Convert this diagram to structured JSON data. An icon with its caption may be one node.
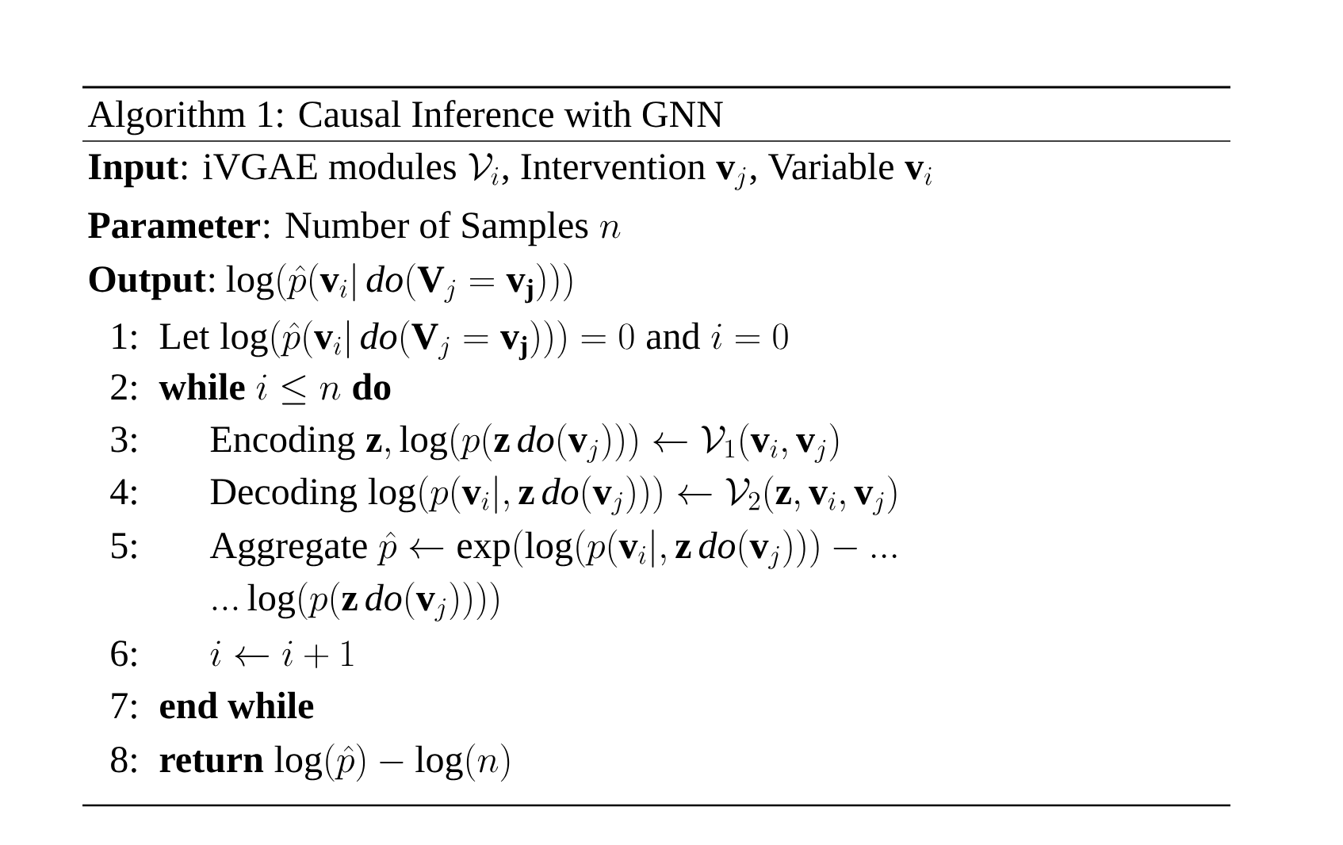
{
  "diagram": {
    "title": "Algorithm 1: Causal Inference with GNN",
    "labels": [
      "Input",
      ": iVGAE modules",
      "\\mathcal{V}_i",
      ", Intervention",
      "\\mathbf{v}_j",
      ", Variable",
      "\\mathbf{v}_i",
      "Parameter",
      ": Number of Samples",
      "n",
      "Output",
      ":",
      "\\log(\\hat{p}(\\mathbf{v}_i|\\,\\mathit{do}(\\mathbf{V}_j=\\mathbf{v_j})))",
      "1:",
      "Let",
      "\\log(\\hat{p}(\\mathbf{v}_i|\\,\\mathit{do}(\\mathbf{V}_j=\\mathbf{v_j})))=0",
      "and",
      "i=0",
      "2:",
      "while",
      "i\\leq n",
      "do",
      "3:",
      "Encoding",
      "\\mathbf{z},\\log(p(\\mathbf{z}\\,\\mathit{do}(\\mathbf{v}_j)))\\leftarrow\\mathcal{V}_1(\\mathbf{v}_i,\\mathbf{v}_j)",
      "4:",
      "Decoding",
      "\\log(p(\\mathbf{v}_i|,\\mathbf{z}\\,\\mathit{do}(\\mathbf{v}_j)))\\leftarrow\\mathcal{V}_2(\\mathbf{z},\\mathbf{v}_i,\\mathbf{v}_j)",
      "5:",
      "Aggregate",
      "\\hat{p}\\leftarrow\\exp(\\log(p(\\mathbf{v}_i|,\\mathbf{z}\\,\\mathit{do}(\\mathbf{v}_j)))-...",
      "...\\log(p(\\mathbf{z}\\,\\mathit{do}(\\mathbf{v}_j))))",
      "6:",
      "i\\leftarrow i+1",
      "7:",
      "end while",
      "8:",
      "return",
      "\\log(\\hat{p})-\\log(n)"
    ]
  }
}
